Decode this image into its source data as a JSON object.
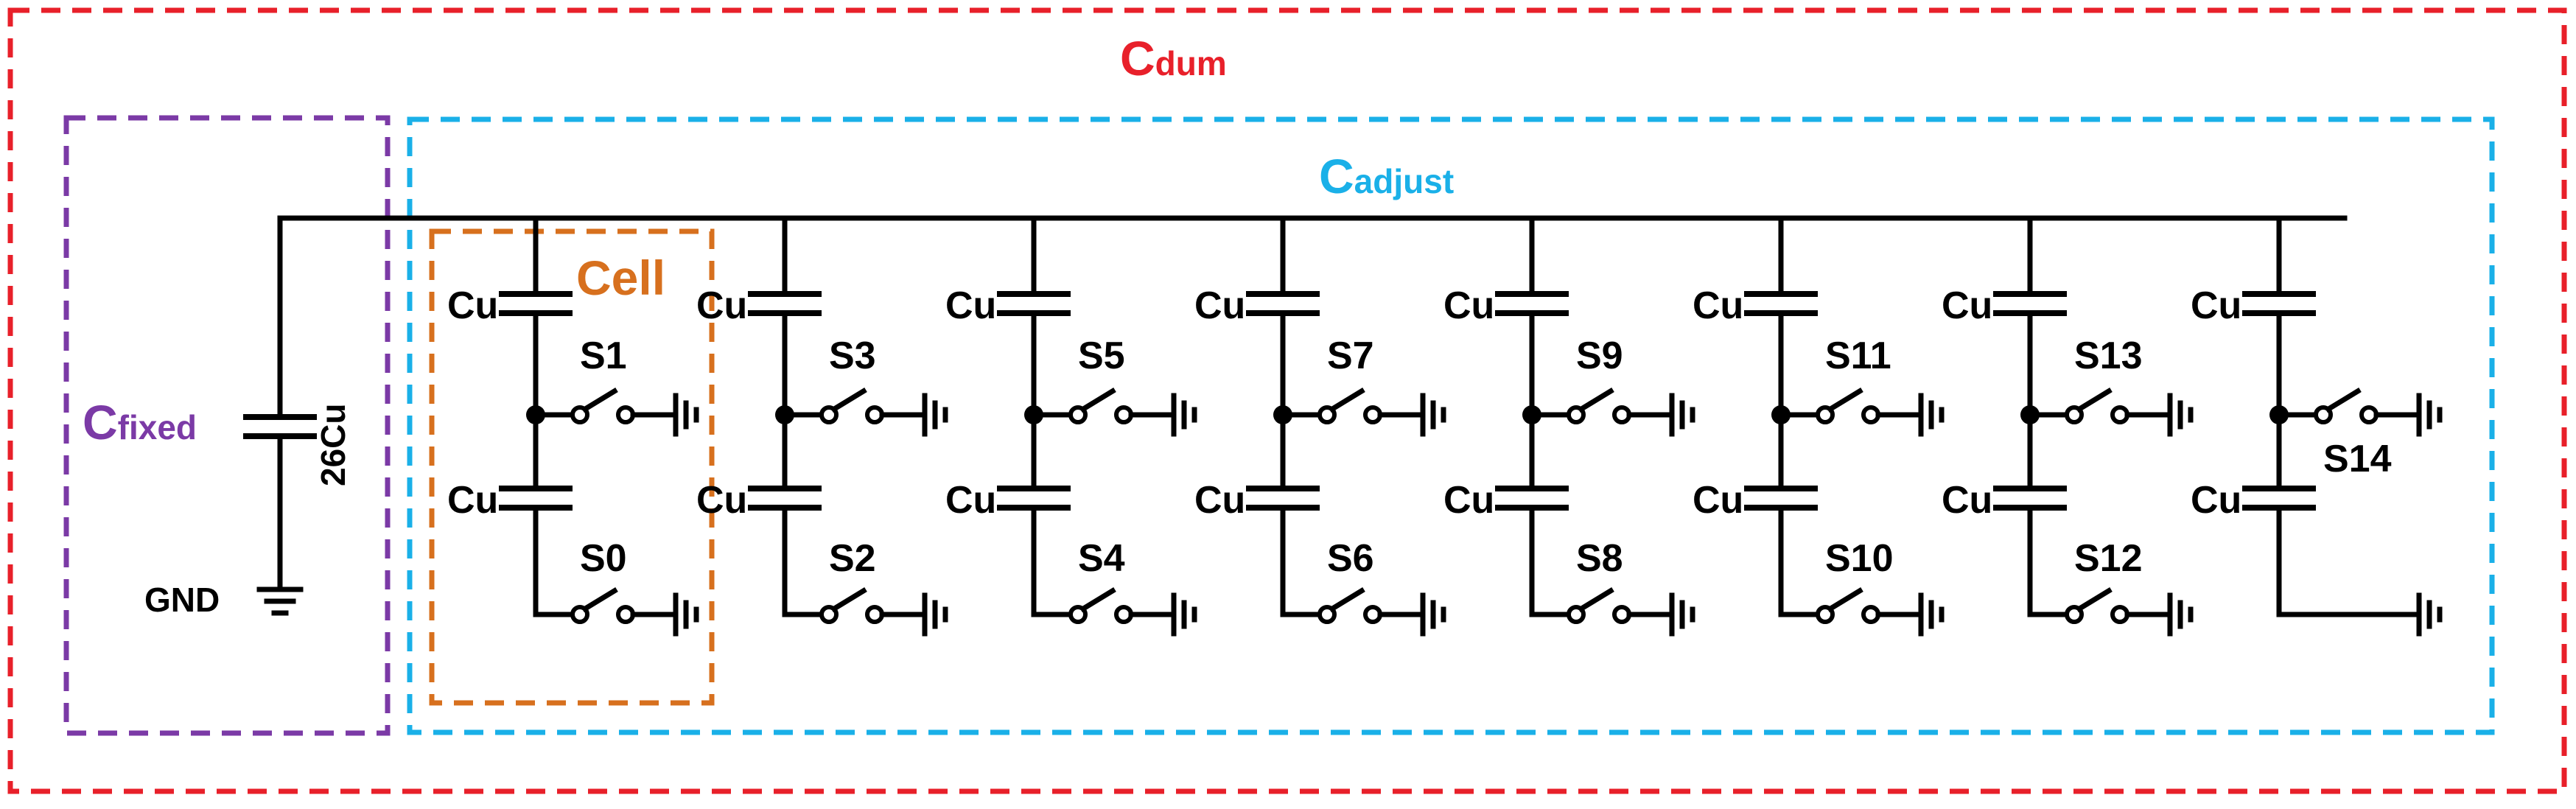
{
  "colors": {
    "dum": "#e8202a",
    "fixed": "#7b3aa6",
    "adjust": "#1ab0e8",
    "cell": "#d7701e"
  },
  "regions": {
    "dum": {
      "main": "C",
      "sub": "dum"
    },
    "fixed": {
      "main": "C",
      "sub": "fixed"
    },
    "adjust": {
      "main": "C",
      "sub": "adjust"
    },
    "cell": "Cell"
  },
  "fixed_cap": {
    "value": "26Cu",
    "ground": "GND"
  },
  "unit_cap_label": "Cu",
  "columns": [
    {
      "top_cap": "Cu",
      "bottom_cap": "Cu",
      "top_switch": "S1",
      "bottom_switch": "S0"
    },
    {
      "top_cap": "Cu",
      "bottom_cap": "Cu",
      "top_switch": "S3",
      "bottom_switch": "S2"
    },
    {
      "top_cap": "Cu",
      "bottom_cap": "Cu",
      "top_switch": "S5",
      "bottom_switch": "S4"
    },
    {
      "top_cap": "Cu",
      "bottom_cap": "Cu",
      "top_switch": "S7",
      "bottom_switch": "S6"
    },
    {
      "top_cap": "Cu",
      "bottom_cap": "Cu",
      "top_switch": "S9",
      "bottom_switch": "S8"
    },
    {
      "top_cap": "Cu",
      "bottom_cap": "Cu",
      "top_switch": "S11",
      "bottom_switch": "S10"
    },
    {
      "top_cap": "Cu",
      "bottom_cap": "Cu",
      "top_switch": "S13",
      "bottom_switch": "S12"
    },
    {
      "top_cap": "Cu",
      "bottom_cap": "Cu",
      "top_switch": "S14",
      "bottom_switch": ""
    }
  ]
}
